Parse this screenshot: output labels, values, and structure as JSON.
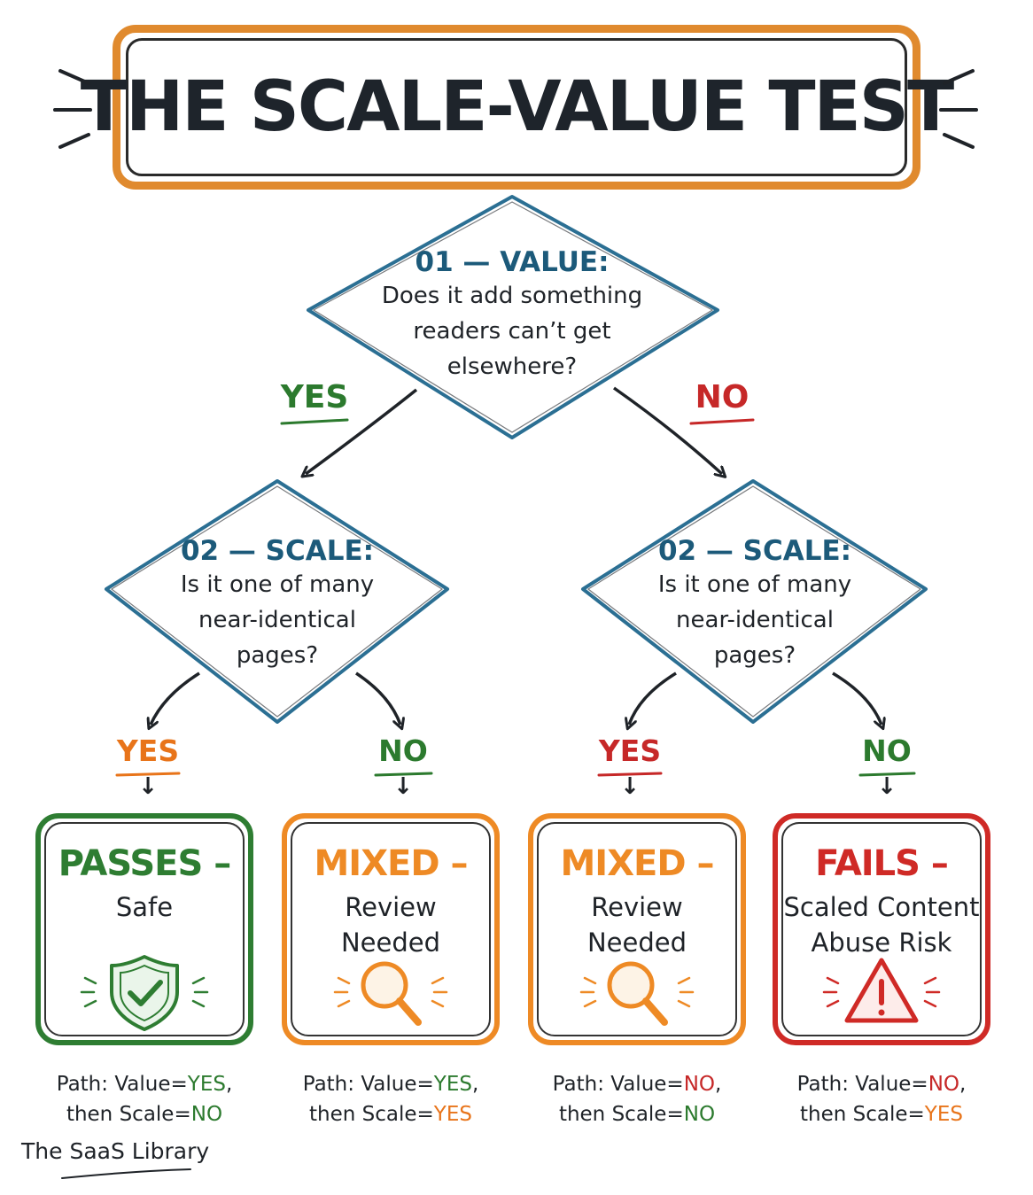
{
  "title": "THE SCALE-VALUE TEST",
  "colors": {
    "diamond": "#2b6f93",
    "diamond_text": "#1c5a7a",
    "yes_green": "#2c7a2e",
    "no_red": "#c62828",
    "orange": "#e8741a",
    "pass_green": "#2e7d32",
    "mixed_orange": "#ee8a25",
    "fail_red": "#cf2a26"
  },
  "q1": {
    "heading": "01 — VALUE:",
    "lines": [
      "Does it add something",
      "readers can’t get",
      "elsewhere?"
    ]
  },
  "q1_branches": {
    "yes": "YES",
    "no": "NO"
  },
  "q2_left": {
    "heading": "02 — SCALE:",
    "lines": [
      "Is it one of many",
      "near-identical",
      "pages?"
    ]
  },
  "q2_right": {
    "heading": "02 — SCALE:",
    "lines": [
      "Is it one of many",
      "near-identical",
      "pages?"
    ]
  },
  "q2_branches": [
    {
      "label": "YES",
      "arrow": "↓"
    },
    {
      "label": "NO",
      "arrow": "↓"
    },
    {
      "label": "YES",
      "arrow": "↓"
    },
    {
      "label": "NO",
      "arrow": "↓"
    }
  ],
  "outcomes": [
    {
      "title": "PASSES –",
      "lines": [
        "Safe"
      ],
      "icon": "shield-check-icon",
      "path": {
        "prefix": "Path: Value=",
        "value": "YES",
        "mid": ", then Scale=",
        "scale": "NO"
      }
    },
    {
      "title": "MIXED –",
      "lines": [
        "Review",
        "Needed"
      ],
      "icon": "magnifier-icon",
      "path": {
        "prefix": "Path: Value=",
        "value": "YES",
        "mid": ", then Scale=",
        "scale": "YES"
      }
    },
    {
      "title": "MIXED –",
      "lines": [
        "Review",
        "Needed"
      ],
      "icon": "magnifier-icon",
      "path": {
        "prefix": "Path: Value=",
        "value": "NO",
        "mid": ", then Scale=",
        "scale": "NO"
      }
    },
    {
      "title": "FAILS –",
      "lines": [
        "Scaled Content",
        "Abuse Risk"
      ],
      "icon": "warning-triangle-icon",
      "path": {
        "prefix": "Path: Value=",
        "value": "NO",
        "mid": ", then Scale=",
        "scale": "YES"
      }
    }
  ],
  "brand": "The SaaS Library"
}
